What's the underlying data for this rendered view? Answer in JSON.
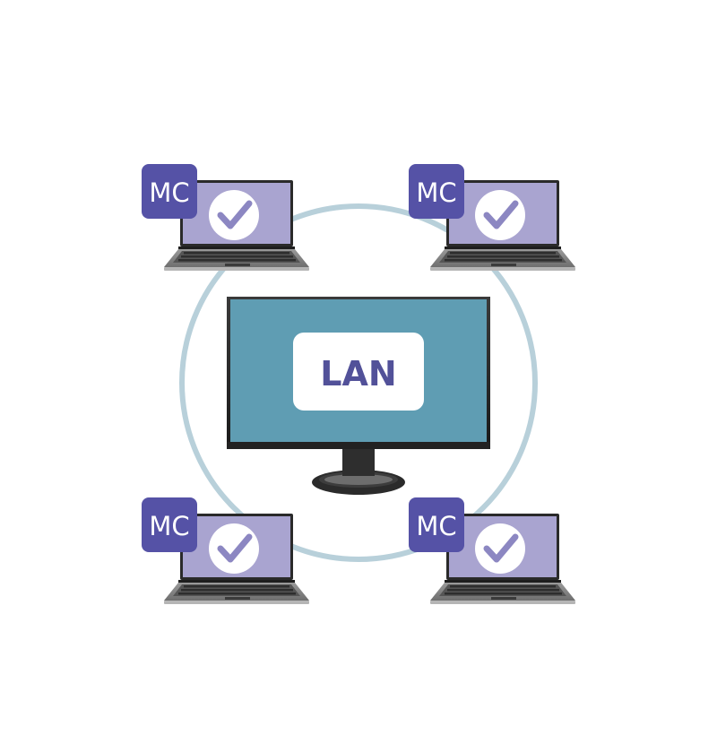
{
  "center": {
    "label": "LAN"
  },
  "laptops": [
    {
      "badge": "MC",
      "status_icon": "checkmark-icon"
    },
    {
      "badge": "MC",
      "status_icon": "checkmark-icon"
    },
    {
      "badge": "MC",
      "status_icon": "checkmark-icon"
    },
    {
      "badge": "MC",
      "status_icon": "checkmark-icon"
    }
  ],
  "colors": {
    "ring": "#b8d0da",
    "monitor_screen": "#5f9db3",
    "laptop_screen": "#a9a4d0",
    "badge": "#5552a6",
    "lan_text": "#525199",
    "check": "#8c87c2"
  }
}
